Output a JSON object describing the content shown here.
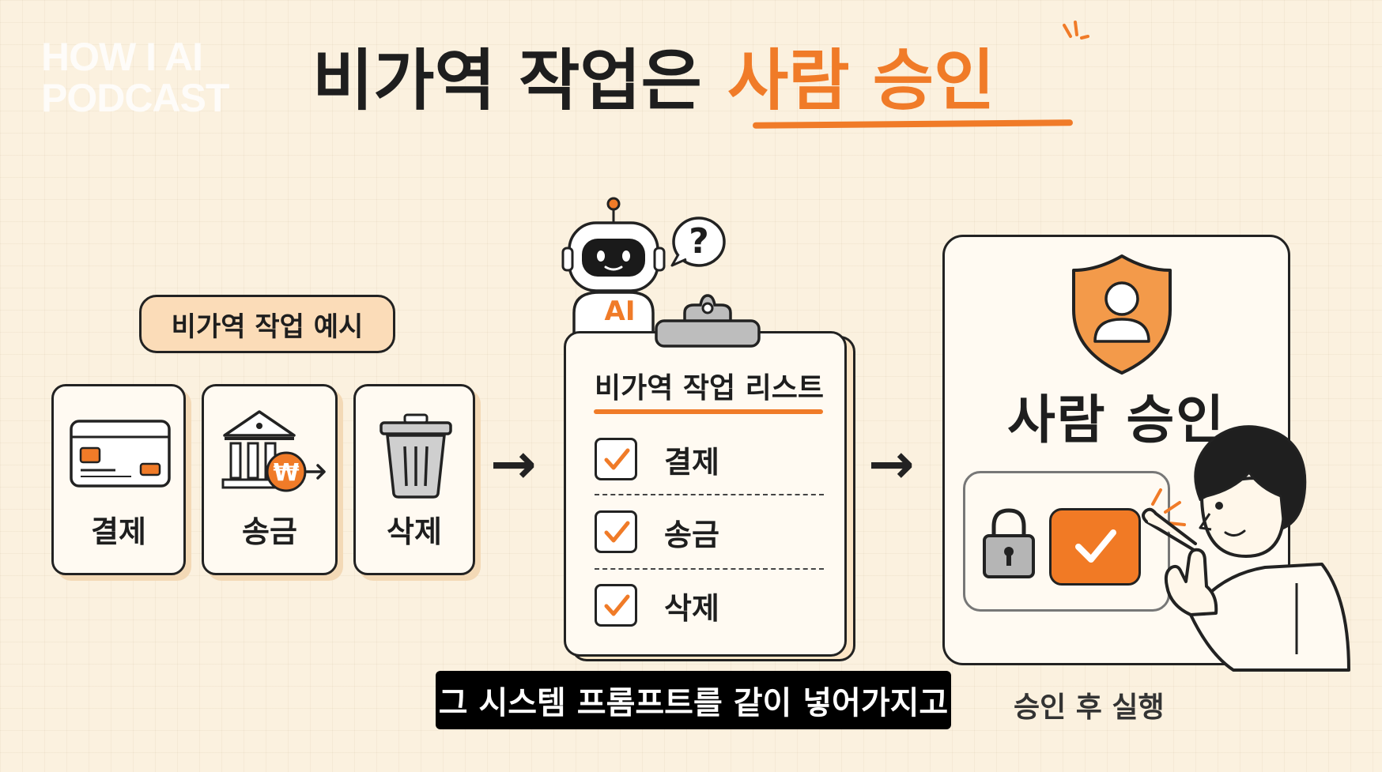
{
  "watermark": {
    "line1": "HOW I AI",
    "line2": "PODCAST"
  },
  "title": {
    "part1": "비가역 작업은",
    "highlight": "사람 승인"
  },
  "examples": {
    "label": "비가역 작업 예시",
    "items": [
      {
        "label": "결제",
        "icon": "credit-card-icon"
      },
      {
        "label": "송금",
        "icon": "bank-transfer-icon"
      },
      {
        "label": "삭제",
        "icon": "trash-can-icon"
      }
    ]
  },
  "robot": {
    "badge": "AI",
    "bubble": "?"
  },
  "clipboard": {
    "title": "비가역 작업 리스트",
    "items": [
      {
        "label": "결제",
        "checked": true
      },
      {
        "label": "송금",
        "checked": true
      },
      {
        "label": "삭제",
        "checked": true
      }
    ]
  },
  "approval": {
    "title": "사람 승인",
    "caption": "승인 후 실행",
    "icons": [
      "shield-user-icon",
      "padlock-icon",
      "check-button-icon"
    ]
  },
  "subtitle": "그 시스템 프롬프트를 같이 넣어가지고",
  "colors": {
    "accent": "#f07b28",
    "background": "#fbf1df",
    "pill": "#fbdcb8",
    "ink": "#1e1e1e"
  }
}
